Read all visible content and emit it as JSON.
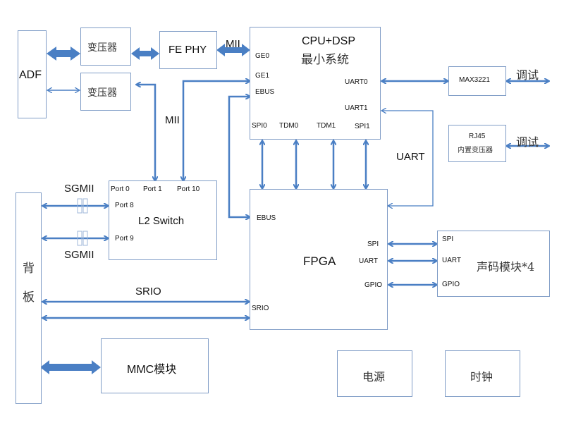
{
  "colors": {
    "line": "#4a7fc4",
    "box_border": "#7f9cc6",
    "text": "#111111"
  },
  "blocks": {
    "adf": "ADF",
    "transformer1": "变压器",
    "transformer2": "变压器",
    "fe_phy": "FE PHY",
    "cpu": {
      "title": "CPU+DSP",
      "subtitle": "最小系统",
      "ports": {
        "ge0": "GE0",
        "ge1": "GE1",
        "ebus": "EBUS",
        "uart0": "UART0",
        "uart1": "UART1",
        "spi0": "SPI0",
        "tdm0": "TDM0",
        "tdm1": "TDM1",
        "spi1": "SPI1"
      }
    },
    "max3221": "MAX3221",
    "rj45": {
      "line1": "RJ45",
      "line2": "内置变压器"
    },
    "debug1": "调试",
    "debug2": "调试",
    "backplane": {
      "char1": "背",
      "char2": "板"
    },
    "l2switch": {
      "title": "L2 Switch",
      "ports": {
        "p0": "Port 0",
        "p1": "Port 1",
        "p10": "Port 10",
        "p8": "Port 8",
        "p9": "Port 9"
      }
    },
    "fpga": {
      "title": "FPGA",
      "ports": {
        "ebus": "EBUS",
        "spi": "SPI",
        "uart": "UART",
        "gpio": "GPIO",
        "srio": "SRIO"
      }
    },
    "codec": {
      "title": "声码模块*4",
      "ports": {
        "spi": "SPI",
        "uart": "UART",
        "gpio": "GPIO"
      }
    },
    "mmc": "MMC模块",
    "power": "电源",
    "clock": "时钟"
  },
  "link_labels": {
    "mii_top": "MII",
    "mii_mid": "MII",
    "uart": "UART",
    "sgmii_top": "SGMII",
    "sgmii_bottom": "SGMII",
    "srio": "SRIO"
  }
}
